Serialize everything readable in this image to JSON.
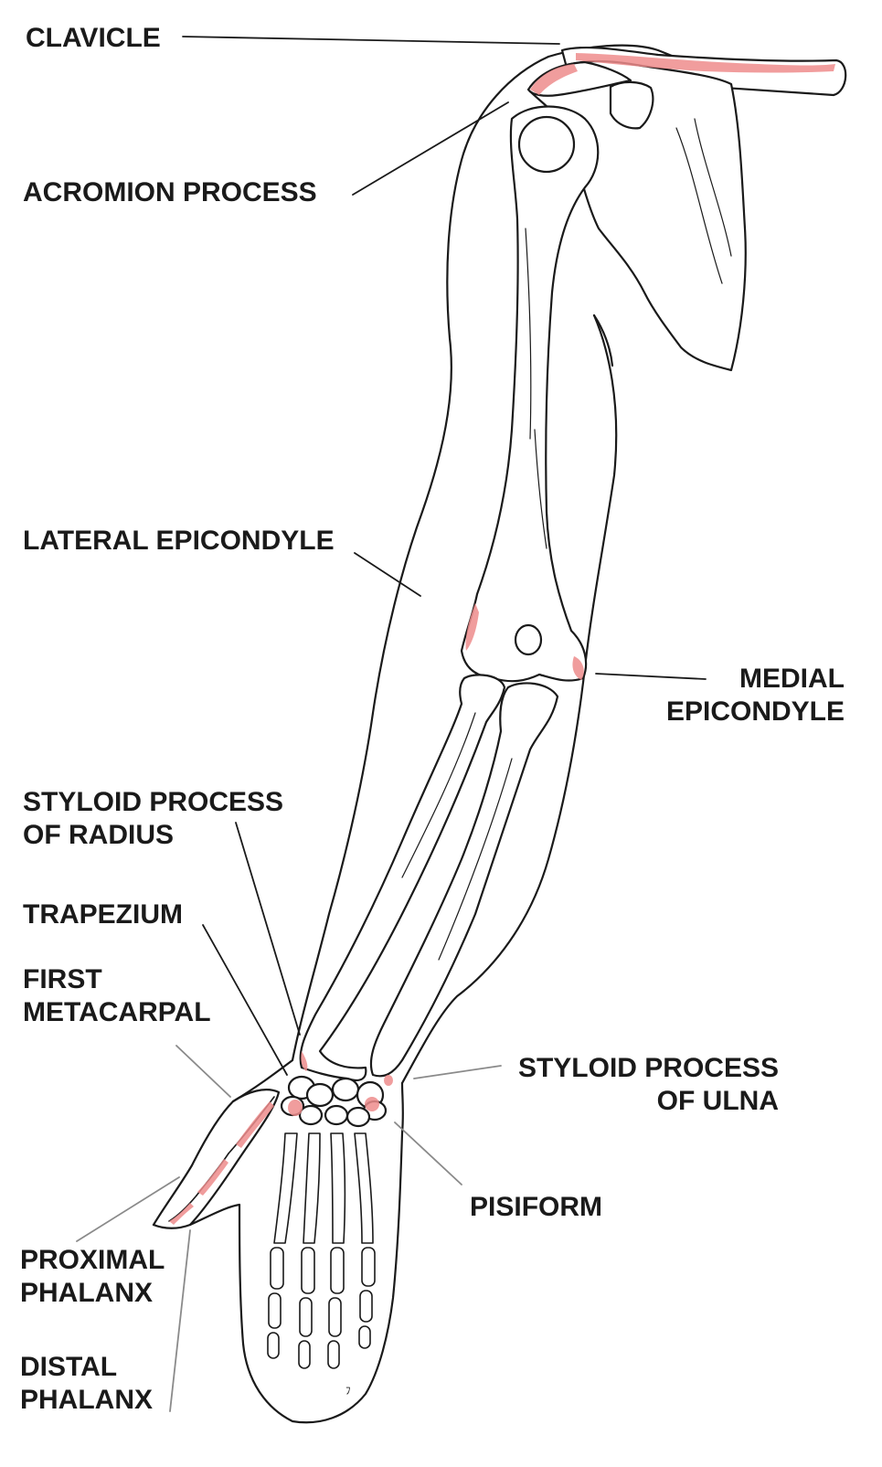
{
  "colors": {
    "line": "#1a1a1a",
    "leader_grey": "#8a8a8a",
    "highlight": "#ee8c8c",
    "bone_fill": "#ffffff"
  },
  "labels": {
    "clavicle": "CLAVICLE",
    "acromion": "ACROMION PROCESS",
    "lateral_epicondyle": "LATERAL EPICONDYLE",
    "medial_epicondyle_1": "MEDIAL",
    "medial_epicondyle_2": "EPICONDYLE",
    "styloid_radius_1": "STYLOID PROCESS",
    "styloid_radius_2": "OF RADIUS",
    "trapezium": "TRAPEZIUM",
    "first_metacarpal_1": "FIRST",
    "first_metacarpal_2": "METACARPAL",
    "styloid_ulna_1": "STYLOID PROCESS",
    "styloid_ulna_2": "OF ULNA",
    "pisiform": "PISIFORM",
    "proximal_phalanx_1": "PROXIMAL",
    "proximal_phalanx_2": "PHALANX",
    "distal_phalanx_1": "DISTAL",
    "distal_phalanx_2": "PHALANX"
  }
}
